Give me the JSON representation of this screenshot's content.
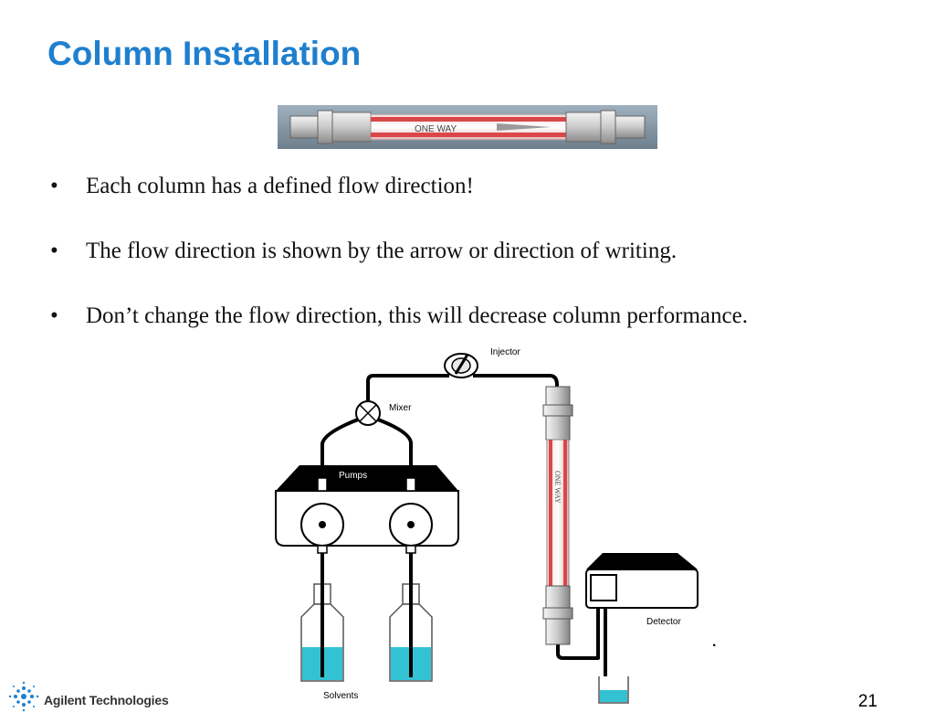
{
  "title": "Column Installation",
  "column_image": {
    "label": "ONE WAY"
  },
  "bullets": [
    "Each column has a defined flow direction!",
    "The flow direction is shown by the arrow or direction of writing.",
    "Don’t change the flow direction, this will decrease column performance."
  ],
  "bullet_symbol": "•",
  "diagram": {
    "injector": "Injector",
    "mixer": "Mixer",
    "pumps": "Pumps",
    "column": "ONE WAY",
    "detector": "Detector",
    "solvents": "Solvents",
    "mark": "."
  },
  "footer": {
    "brand": "Agilent Technologies",
    "page_number": "21"
  },
  "colors": {
    "title": "#1f7fcf",
    "solvent": "#33c2d4",
    "column_stripe": "#d9474a"
  }
}
